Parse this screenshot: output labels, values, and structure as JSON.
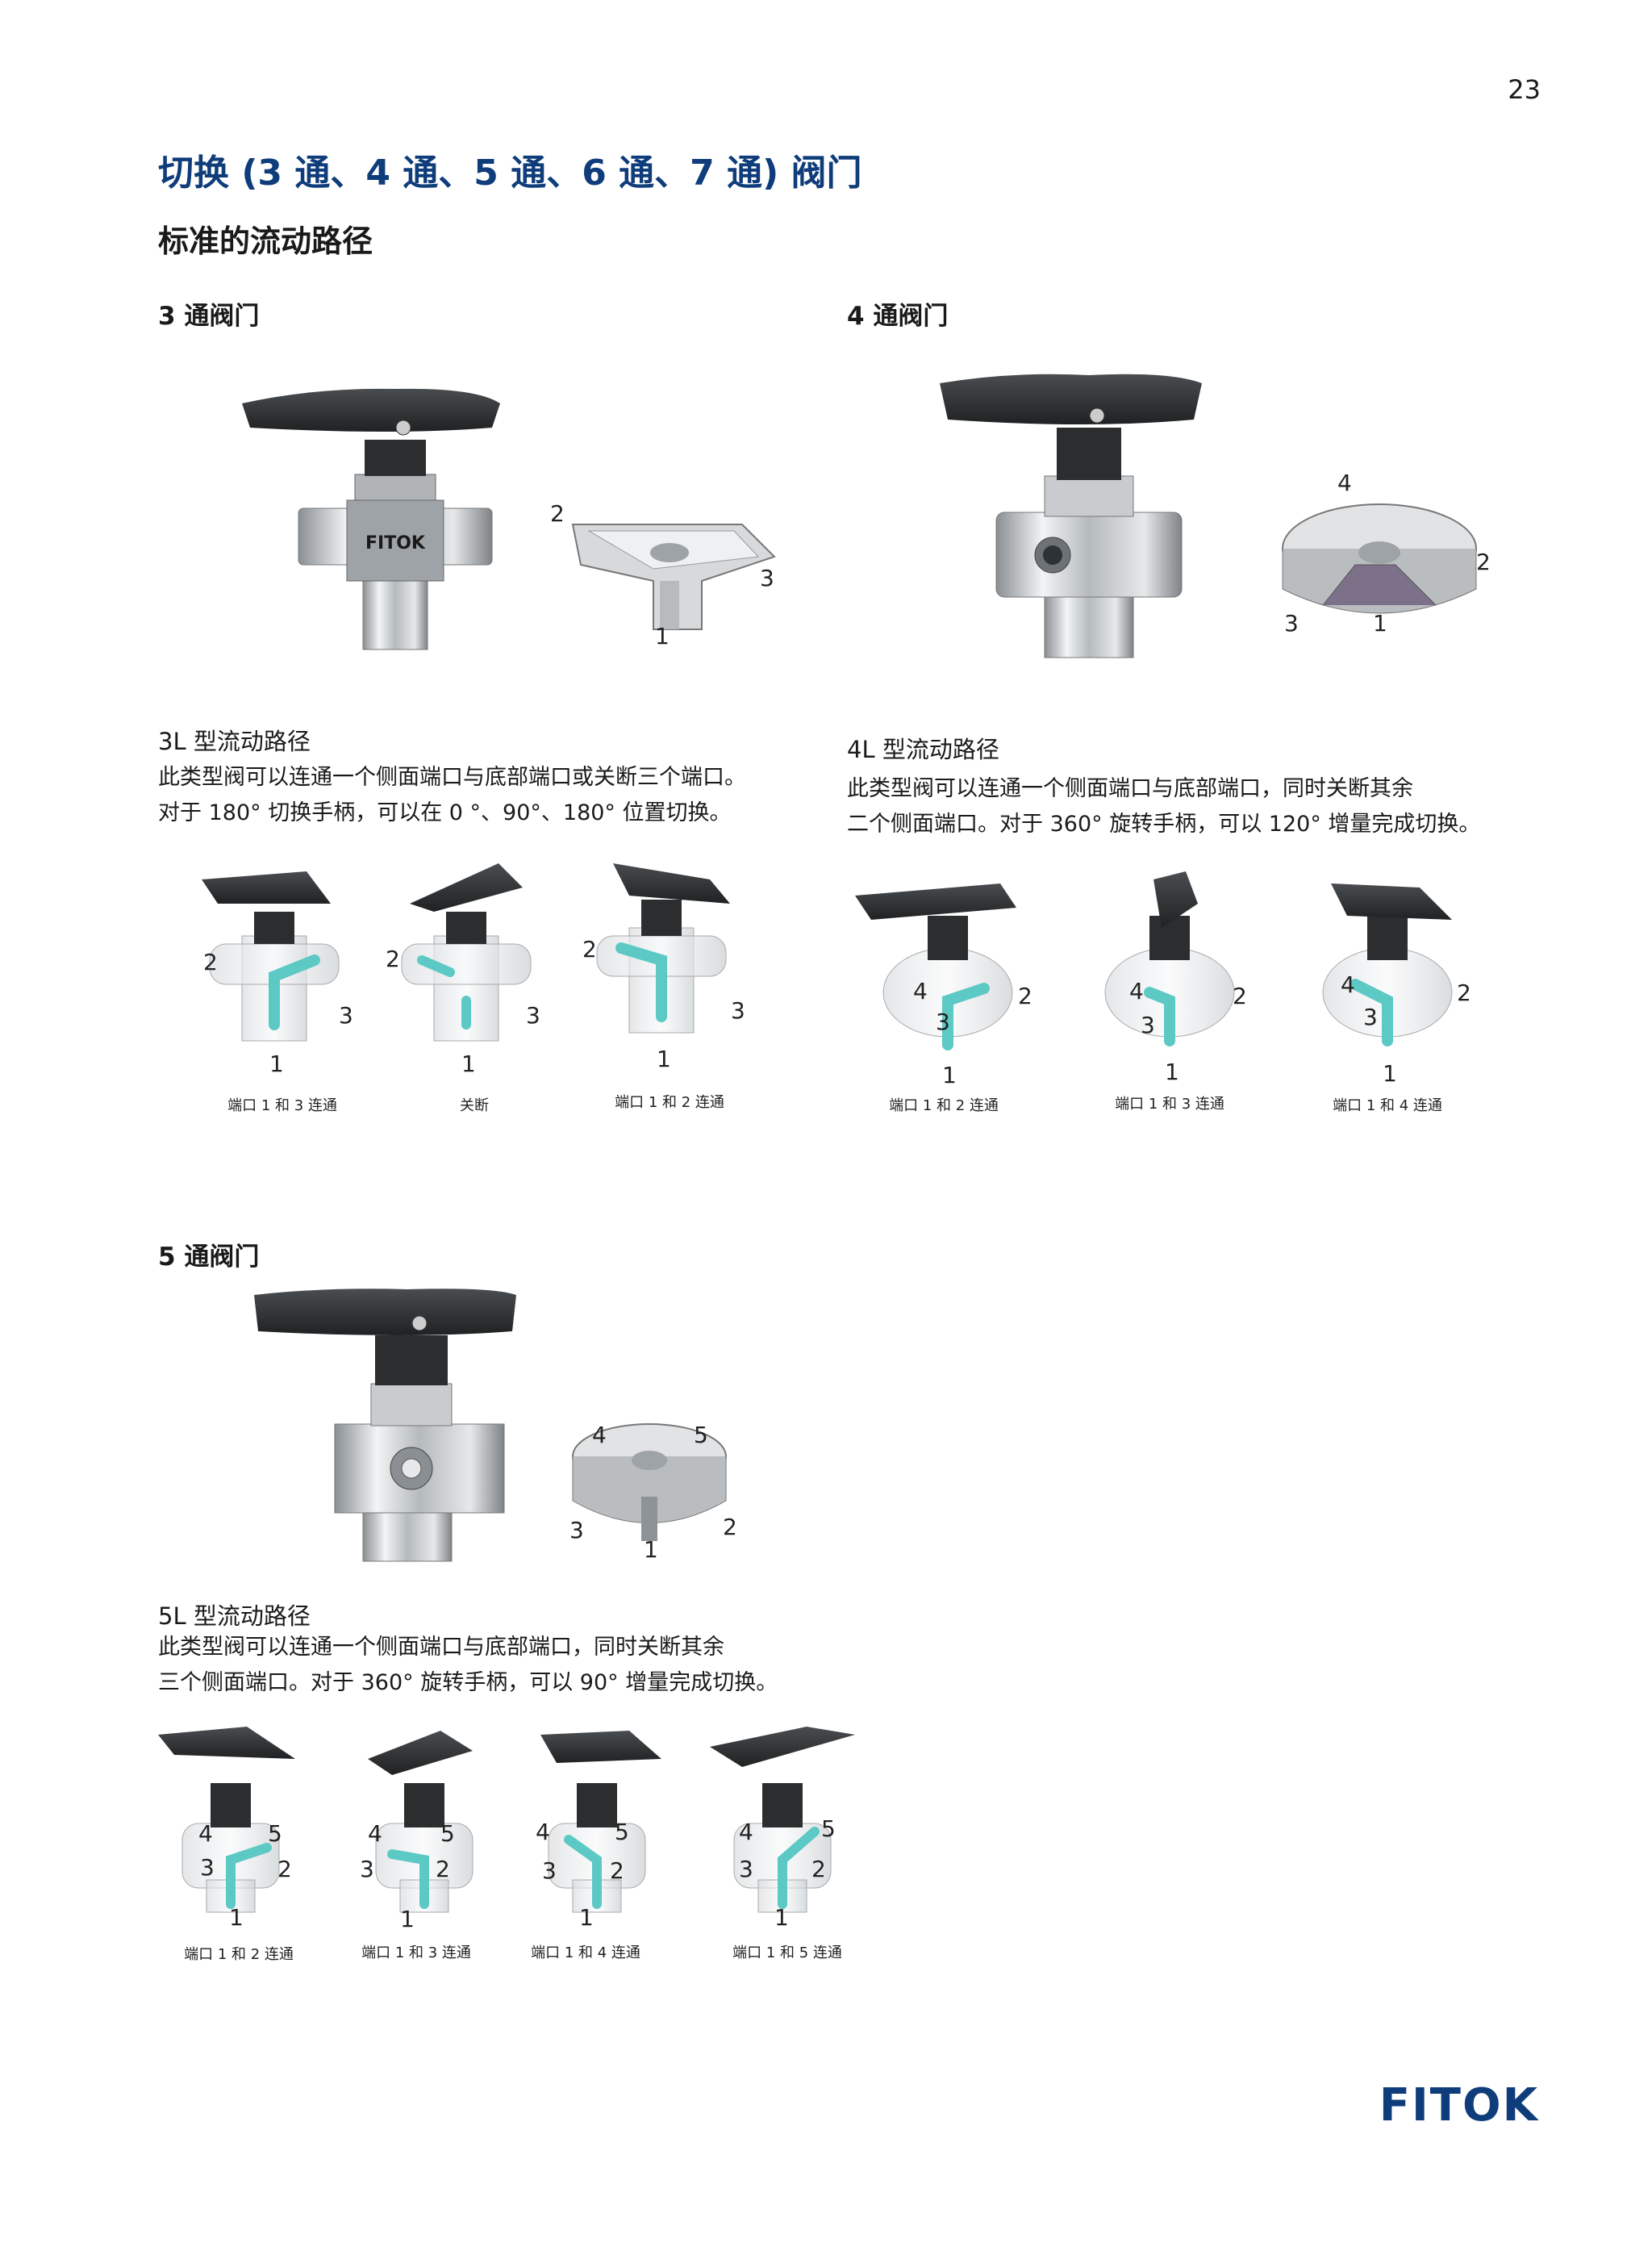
{
  "page_number": "23",
  "title": "切换 (3 通、4 通、5 通、6 通、7 通) 阀门",
  "subtitle": "标准的流动路径",
  "valve_brand_mark": "FITOK",
  "colors": {
    "title_blue": "#0f3c7a",
    "flow_teal": "#5cc9c5",
    "handle_black": "#2b2d2e"
  },
  "sections": {
    "three_way": {
      "heading": "3 通阀门",
      "flow_title": "3L 型流动路径",
      "description_lines": [
        "此类型阀可以连通一个侧面端口与底部端口或关断三个端口。",
        "对于 180° 切换手柄，可以在 0 °、90°、180°  位置切换。"
      ],
      "cutaway_ports": [
        "2",
        "3",
        "1"
      ],
      "positions": [
        {
          "caption": "端口 1 和 3 连通",
          "ports": [
            "2",
            "3",
            "1"
          ]
        },
        {
          "caption": "关断",
          "ports": [
            "2",
            "3",
            "1"
          ]
        },
        {
          "caption": "端口 1 和 2 连通",
          "ports": [
            "2",
            "3",
            "1"
          ]
        }
      ]
    },
    "four_way": {
      "heading": "4 通阀门",
      "flow_title": "4L 型流动路径",
      "description_lines": [
        "此类型阀可以连通一个侧面端口与底部端口，同时关断其余",
        "二个侧面端口。对于 360° 旋转手柄，可以 120° 增量完成切换。"
      ],
      "cutaway_ports": [
        "4",
        "2",
        "3",
        "1"
      ],
      "positions": [
        {
          "caption": "端口  1  和  2  连通",
          "ports": [
            "4",
            "2",
            "3",
            "1"
          ]
        },
        {
          "caption": "端口  1  和  3  连通",
          "ports": [
            "4",
            "2",
            "3",
            "1"
          ]
        },
        {
          "caption": "端口  1  和  4  连通",
          "ports": [
            "4",
            "2",
            "3",
            "1"
          ]
        }
      ]
    },
    "five_way": {
      "heading": "5 通阀门",
      "flow_title": "5L 型流动路径",
      "description_lines": [
        "此类型阀可以连通一个侧面端口与底部端口，同时关断其余",
        "三个侧面端口。对于 360° 旋转手柄，可以 90° 增量完成切换。"
      ],
      "cutaway_ports": [
        "4",
        "5",
        "3",
        "2",
        "1"
      ],
      "positions": [
        {
          "caption": "端口 1 和 2 连通",
          "ports": [
            "4",
            "5",
            "3",
            "2",
            "1"
          ]
        },
        {
          "caption": "端口 1 和 3 连通",
          "ports": [
            "4",
            "5",
            "3",
            "2",
            "1"
          ]
        },
        {
          "caption": "端口 1 和 4 连通",
          "ports": [
            "4",
            "5",
            "3",
            "2",
            "1"
          ]
        },
        {
          "caption": "端口 1 和 5 连通",
          "ports": [
            "4",
            "5",
            "3",
            "2",
            "1"
          ]
        }
      ]
    }
  },
  "footer_logo": "FITOK"
}
